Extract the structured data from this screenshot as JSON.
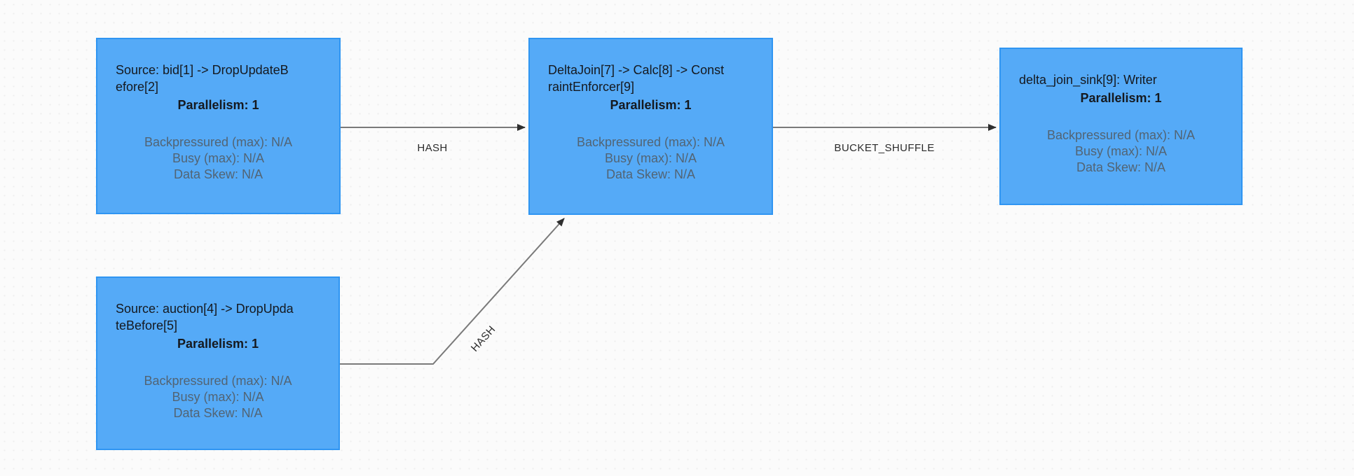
{
  "app": "job-dataflow-graph",
  "colors": {
    "canvas_bg": "#fbfbfb",
    "node_fill": "#55aaf7",
    "node_border": "#2f95f2",
    "title_text": "#15191f",
    "stats_text": "#526474",
    "edge_line": "#7a7a7a",
    "edge_arrow": "#2f2f2f",
    "edge_label": "#2b2b2b"
  },
  "nodes": [
    {
      "id": "source-bid",
      "title": "Source: bid[1] -> DropUpdateBefore[2]",
      "parallelism": "Parallelism: 1",
      "stats": [
        "Backpressured (max): N/A",
        "Busy (max): N/A",
        "Data Skew: N/A"
      ]
    },
    {
      "id": "delta-join",
      "title": "DeltaJoin[7] -> Calc[8] -> ConstraintEnforcer[9]",
      "parallelism": "Parallelism: 1",
      "stats": [
        "Backpressured (max): N/A",
        "Busy (max): N/A",
        "Data Skew: N/A"
      ]
    },
    {
      "id": "delta-join-sink",
      "title": "delta_join_sink[9]: Writer",
      "parallelism": "Parallelism: 1",
      "stats": [
        "Backpressured (max): N/A",
        "Busy (max): N/A",
        "Data Skew: N/A"
      ]
    },
    {
      "id": "source-auction",
      "title": "Source: auction[4] -> DropUpdateBefore[5]",
      "parallelism": "Parallelism: 1",
      "stats": [
        "Backpressured (max): N/A",
        "Busy (max): N/A",
        "Data Skew: N/A"
      ]
    }
  ],
  "edges": [
    {
      "id": "bid-to-deltajoin",
      "label": "HASH"
    },
    {
      "id": "auction-to-deltajoin",
      "label": "HASH"
    },
    {
      "id": "deltajoin-to-sink",
      "label": "BUCKET_SHUFFLE"
    }
  ]
}
